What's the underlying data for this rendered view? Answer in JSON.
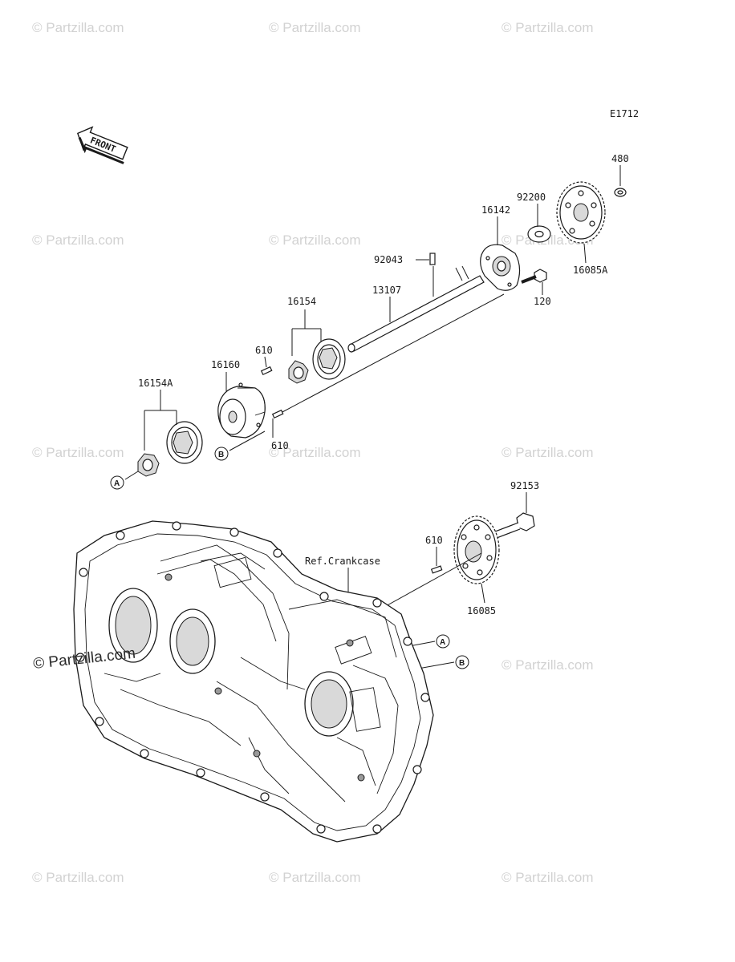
{
  "diagram": {
    "code": "E1712",
    "front_label": "FRONT",
    "reference_label": "Ref.Crankcase",
    "watermark": "© Partzilla.com",
    "callouts": {
      "a": "A",
      "b": "B"
    },
    "parts": {
      "p480": "480",
      "p92200": "92200",
      "p16142": "16142",
      "p16085a": "16085A",
      "p92043": "92043",
      "p120": "120",
      "p13107": "13107",
      "p16154": "16154",
      "p610_top": "610",
      "p16160": "16160",
      "p16154a": "16154A",
      "p610_mid": "610",
      "p92153": "92153",
      "p610_low": "610",
      "p16085": "16085"
    }
  }
}
